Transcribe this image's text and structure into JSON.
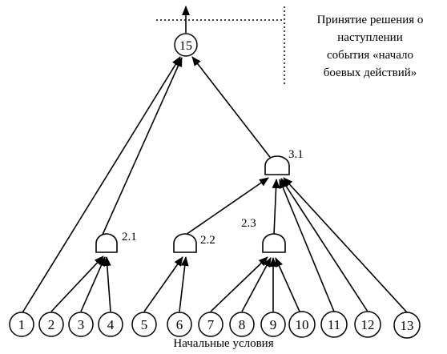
{
  "annotation": {
    "lines": [
      "Принятие решения о",
      "наступлении",
      "события «начало",
      "боевых действий»"
    ]
  },
  "caption": "Начальные условия",
  "nodes": {
    "top": "15",
    "leaves": [
      "1",
      "2",
      "3",
      "4",
      "5",
      "6",
      "7",
      "8",
      "9",
      "10",
      "11",
      "12",
      "13"
    ]
  },
  "gates": {
    "g21": "2.1",
    "g22": "2.2",
    "g23": "2.3",
    "g31": "3.1"
  }
}
